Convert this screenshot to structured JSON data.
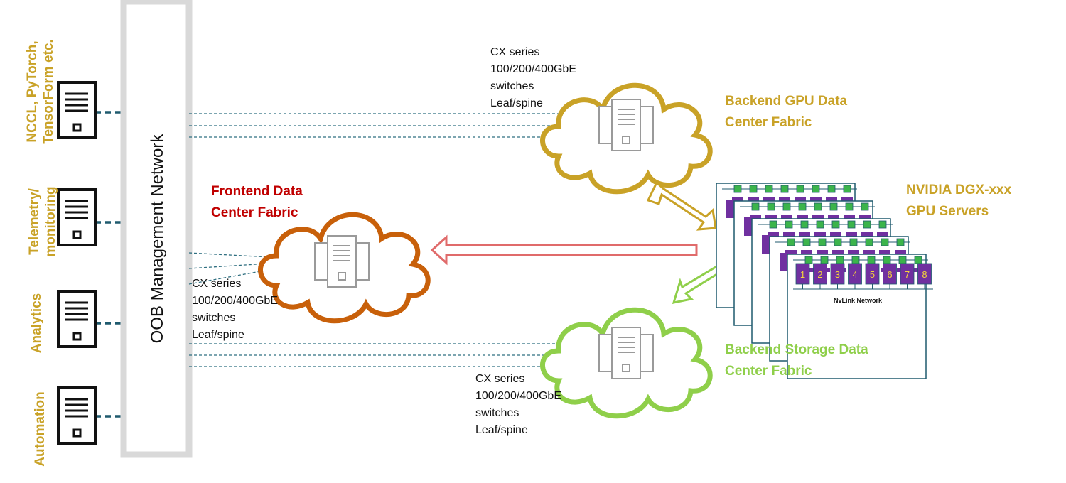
{
  "tools": [
    {
      "label": "NCCL, PyTorch, TensorForm etc."
    },
    {
      "label": "Telemetry/ monitoring"
    },
    {
      "label": "Analytics"
    },
    {
      "label": "Automation"
    }
  ],
  "oob": {
    "label": "OOB Management Network"
  },
  "switch_note": "CX series 100/200/400GbE switches Leaf/spine",
  "fabrics": {
    "backend_gpu": {
      "label": "Backend GPU Data Center Fabric",
      "color": "#c9a227"
    },
    "frontend": {
      "label": "Frontend Data Center Fabric",
      "color": "#c8600a"
    },
    "backend_storage": {
      "label": "Backend Storage Data Center Fabric",
      "color": "#8fcf4a"
    }
  },
  "servers": {
    "label": "NVIDIA DGX-xxx GPU Servers",
    "gpus": [
      "1",
      "2",
      "3",
      "4",
      "5",
      "6",
      "7",
      "8"
    ],
    "network_label": "NvLink Network"
  },
  "colors": {
    "tool_text": "#c9a227",
    "frontend_text": "#c00000",
    "storage_arrow": "#8fcf4a",
    "frontend_arrow": "#e06b6b",
    "dash_line": "#1f5a6e",
    "gpu_block": "#7030a0",
    "nvswitch": "#3cb44b"
  }
}
